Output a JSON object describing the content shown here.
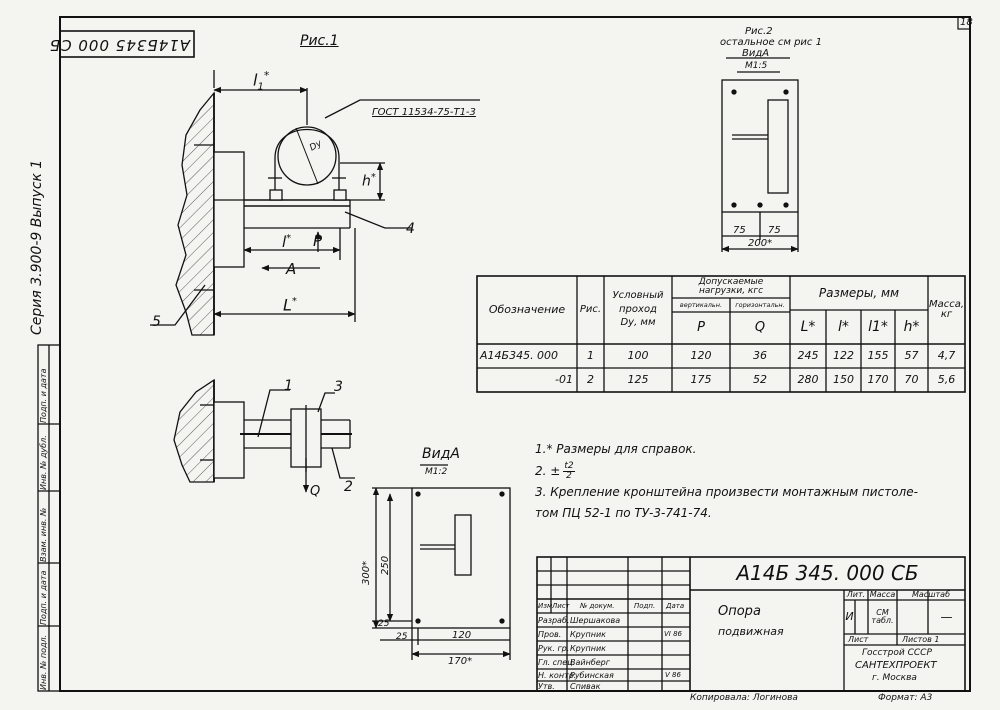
{
  "sheet_number": "18",
  "series": "Серия 3.900-9 Выпуск 1",
  "stamp_code": "А14Б345 000 СБ",
  "fig1": {
    "title": "Рис.1",
    "gost": "ГОСТ 11534-75-Т1-",
    "gost_weld": "3",
    "labels": {
      "l1": "l",
      "l1_sub": "1",
      "l1_star": "*",
      "dy": "Dу",
      "h": "h",
      "h_star": "*",
      "l": "l",
      "l_star": "*",
      "P": "P",
      "A": "A",
      "L": "L",
      "L_star": "*",
      "pos4": "4",
      "pos5": "5"
    }
  },
  "fig2": {
    "title": "Рис.2",
    "note": "остальное см рис 1",
    "view": "ВидА",
    "scale": "М1:5",
    "dim_a": "75",
    "dim_b": "75",
    "dim_total": "200*"
  },
  "fig_bottom": {
    "pos1": "1",
    "pos2": "2",
    "pos3": "3",
    "Q": "Q"
  },
  "view_a": {
    "title": "ВидА",
    "scale": "М1:2",
    "dim_height": "300*",
    "dim_inner": "250",
    "dim_bottom": "25",
    "dim_left": "25",
    "dim_width": "120",
    "dim_total": "170*"
  },
  "spec_table": {
    "headers": {
      "designation": "Обозначение",
      "fig": "Рис.",
      "nominal": [
        "Условный",
        "проход",
        "Dу, мм"
      ],
      "loads": [
        "Допускаемые",
        "нагрузки, кгс"
      ],
      "vertical": "вертикальн.",
      "horizontal": "горизонтальн.",
      "P": "P",
      "Q": "Q",
      "sizes": "Размеры, мм",
      "L": "L*",
      "l": "l*",
      "l1": "l1*",
      "h": "h*",
      "mass": [
        "Масса,",
        "кг"
      ]
    },
    "rows": [
      {
        "designation": "А14Б345. 000",
        "fig": "1",
        "dy": "100",
        "p": "120",
        "q": "36",
        "L": "245",
        "l": "122",
        "l1": "155",
        "h": "57",
        "mass": "4,7"
      },
      {
        "designation": "-01",
        "fig": "2",
        "dy": "125",
        "p": "175",
        "q": "52",
        "L": "280",
        "l": "150",
        "l1": "170",
        "h": "70",
        "mass": "5,6"
      }
    ]
  },
  "notes": [
    "1.* Размеры для справок.",
    "2. ± t2/2.",
    "3. Крепление кронштейна произвести монтажным пистоле-",
    "том ПЦ 52-1  по  ТУ-3-741-74."
  ],
  "notes_frac": {
    "pm": "±",
    "num": "t2",
    "den": "2"
  },
  "title_block": {
    "code": "А14Б 345. 000 СБ",
    "name_line1": "Опора",
    "name_line2": "подвижная",
    "col_headers": [
      "Изм",
      "Лист",
      "№ докум.",
      "Подп.",
      "Дата"
    ],
    "people": [
      {
        "role": "Разраб.",
        "name": "Шершакова"
      },
      {
        "role": "Пров.",
        "name": "Крупник"
      },
      {
        "role": "Рук. гр.",
        "name": "Крупник"
      },
      {
        "role": "Гл. спец.",
        "name": "Вайнберг"
      },
      {
        "role": "Н. контр.",
        "name": "Рубинская"
      },
      {
        "role": "Утв.",
        "name": "Спивак"
      }
    ],
    "date_prov": "VI 86",
    "date_nkontr": "V 86",
    "lit_header": "Лит.",
    "mass_header": "Масса",
    "scale_header": "Масштаб",
    "lit_value": "И",
    "mass_value": "СМ табл.",
    "scale_value": "—",
    "sheet_label": "Лист",
    "sheets_label": "Листов 1",
    "org": [
      "Госстрой СССР",
      "САНТЕХПРОЕКТ",
      "г. Москва"
    ]
  },
  "left_strip": [
    "Инв. № подл.",
    "Подп. и дата",
    "Взам. инв. №",
    "Инв. № дубл.",
    "Подп. и дата"
  ],
  "copied_by": "Копировала: Логинова",
  "format": "Формат: А3"
}
